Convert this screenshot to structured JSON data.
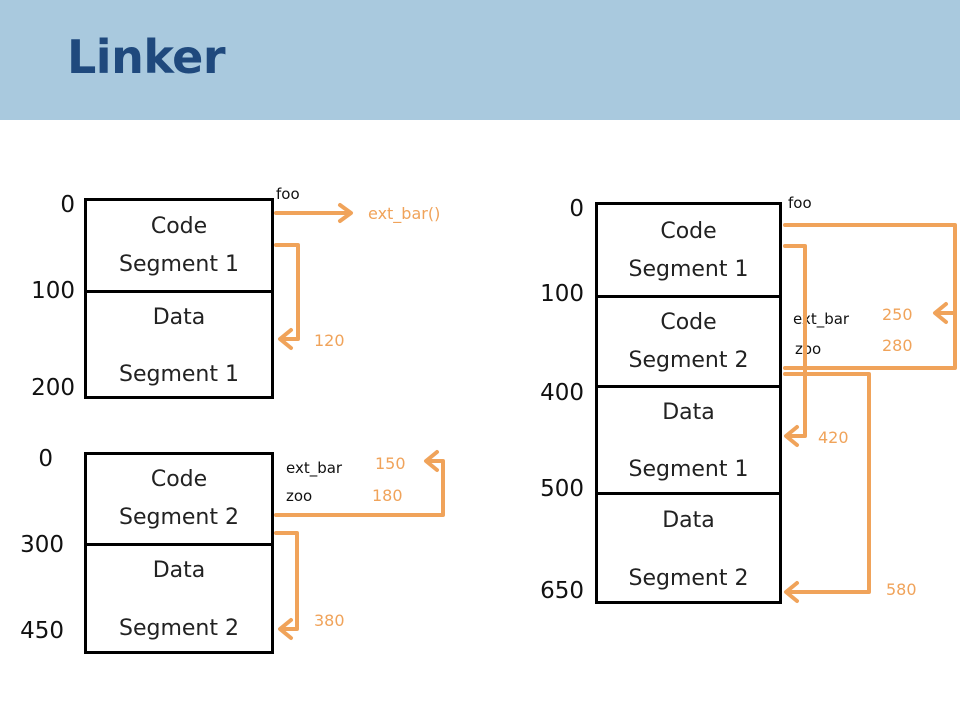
{
  "title": "Linker",
  "colors": {
    "header_bg": "#a9c9de",
    "title": "#1f497d",
    "arrow": "#f0a35a"
  },
  "left_top": {
    "code_seg": {
      "line1": "Code",
      "line2": "Segment 1"
    },
    "data_seg": {
      "line1": "Data",
      "line2": "Segment 1"
    },
    "addr": {
      "a0": "0",
      "a100": "100",
      "a200": "200"
    },
    "foo": "foo",
    "ext_call": "ext_bar()",
    "offset": "120"
  },
  "left_bottom": {
    "code_seg": {
      "line1": "Code",
      "line2": "Segment 2"
    },
    "data_seg": {
      "line1": "Data",
      "line2": "Segment 2"
    },
    "addr": {
      "a0": "0",
      "a300": "300",
      "a450": "450"
    },
    "ext_bar": "ext_bar",
    "zoo": "zoo",
    "v150": "150",
    "v180": "180",
    "v380": "380"
  },
  "right": {
    "code1": {
      "line1": "Code",
      "line2": "Segment 1"
    },
    "code2": {
      "line1": "Code",
      "line2": "Segment 2"
    },
    "data1": {
      "line1": "Data",
      "line2": "Segment 1"
    },
    "data2": {
      "line1": "Data",
      "line2": "Segment 2"
    },
    "addr": {
      "a0": "0",
      "a100": "100",
      "a400": "400",
      "a500": "500",
      "a650": "650"
    },
    "foo": "foo",
    "ext_bar": "ext_bar",
    "zoo": "zoo",
    "v250": "250",
    "v280": "280",
    "v420": "420",
    "v580": "580"
  }
}
